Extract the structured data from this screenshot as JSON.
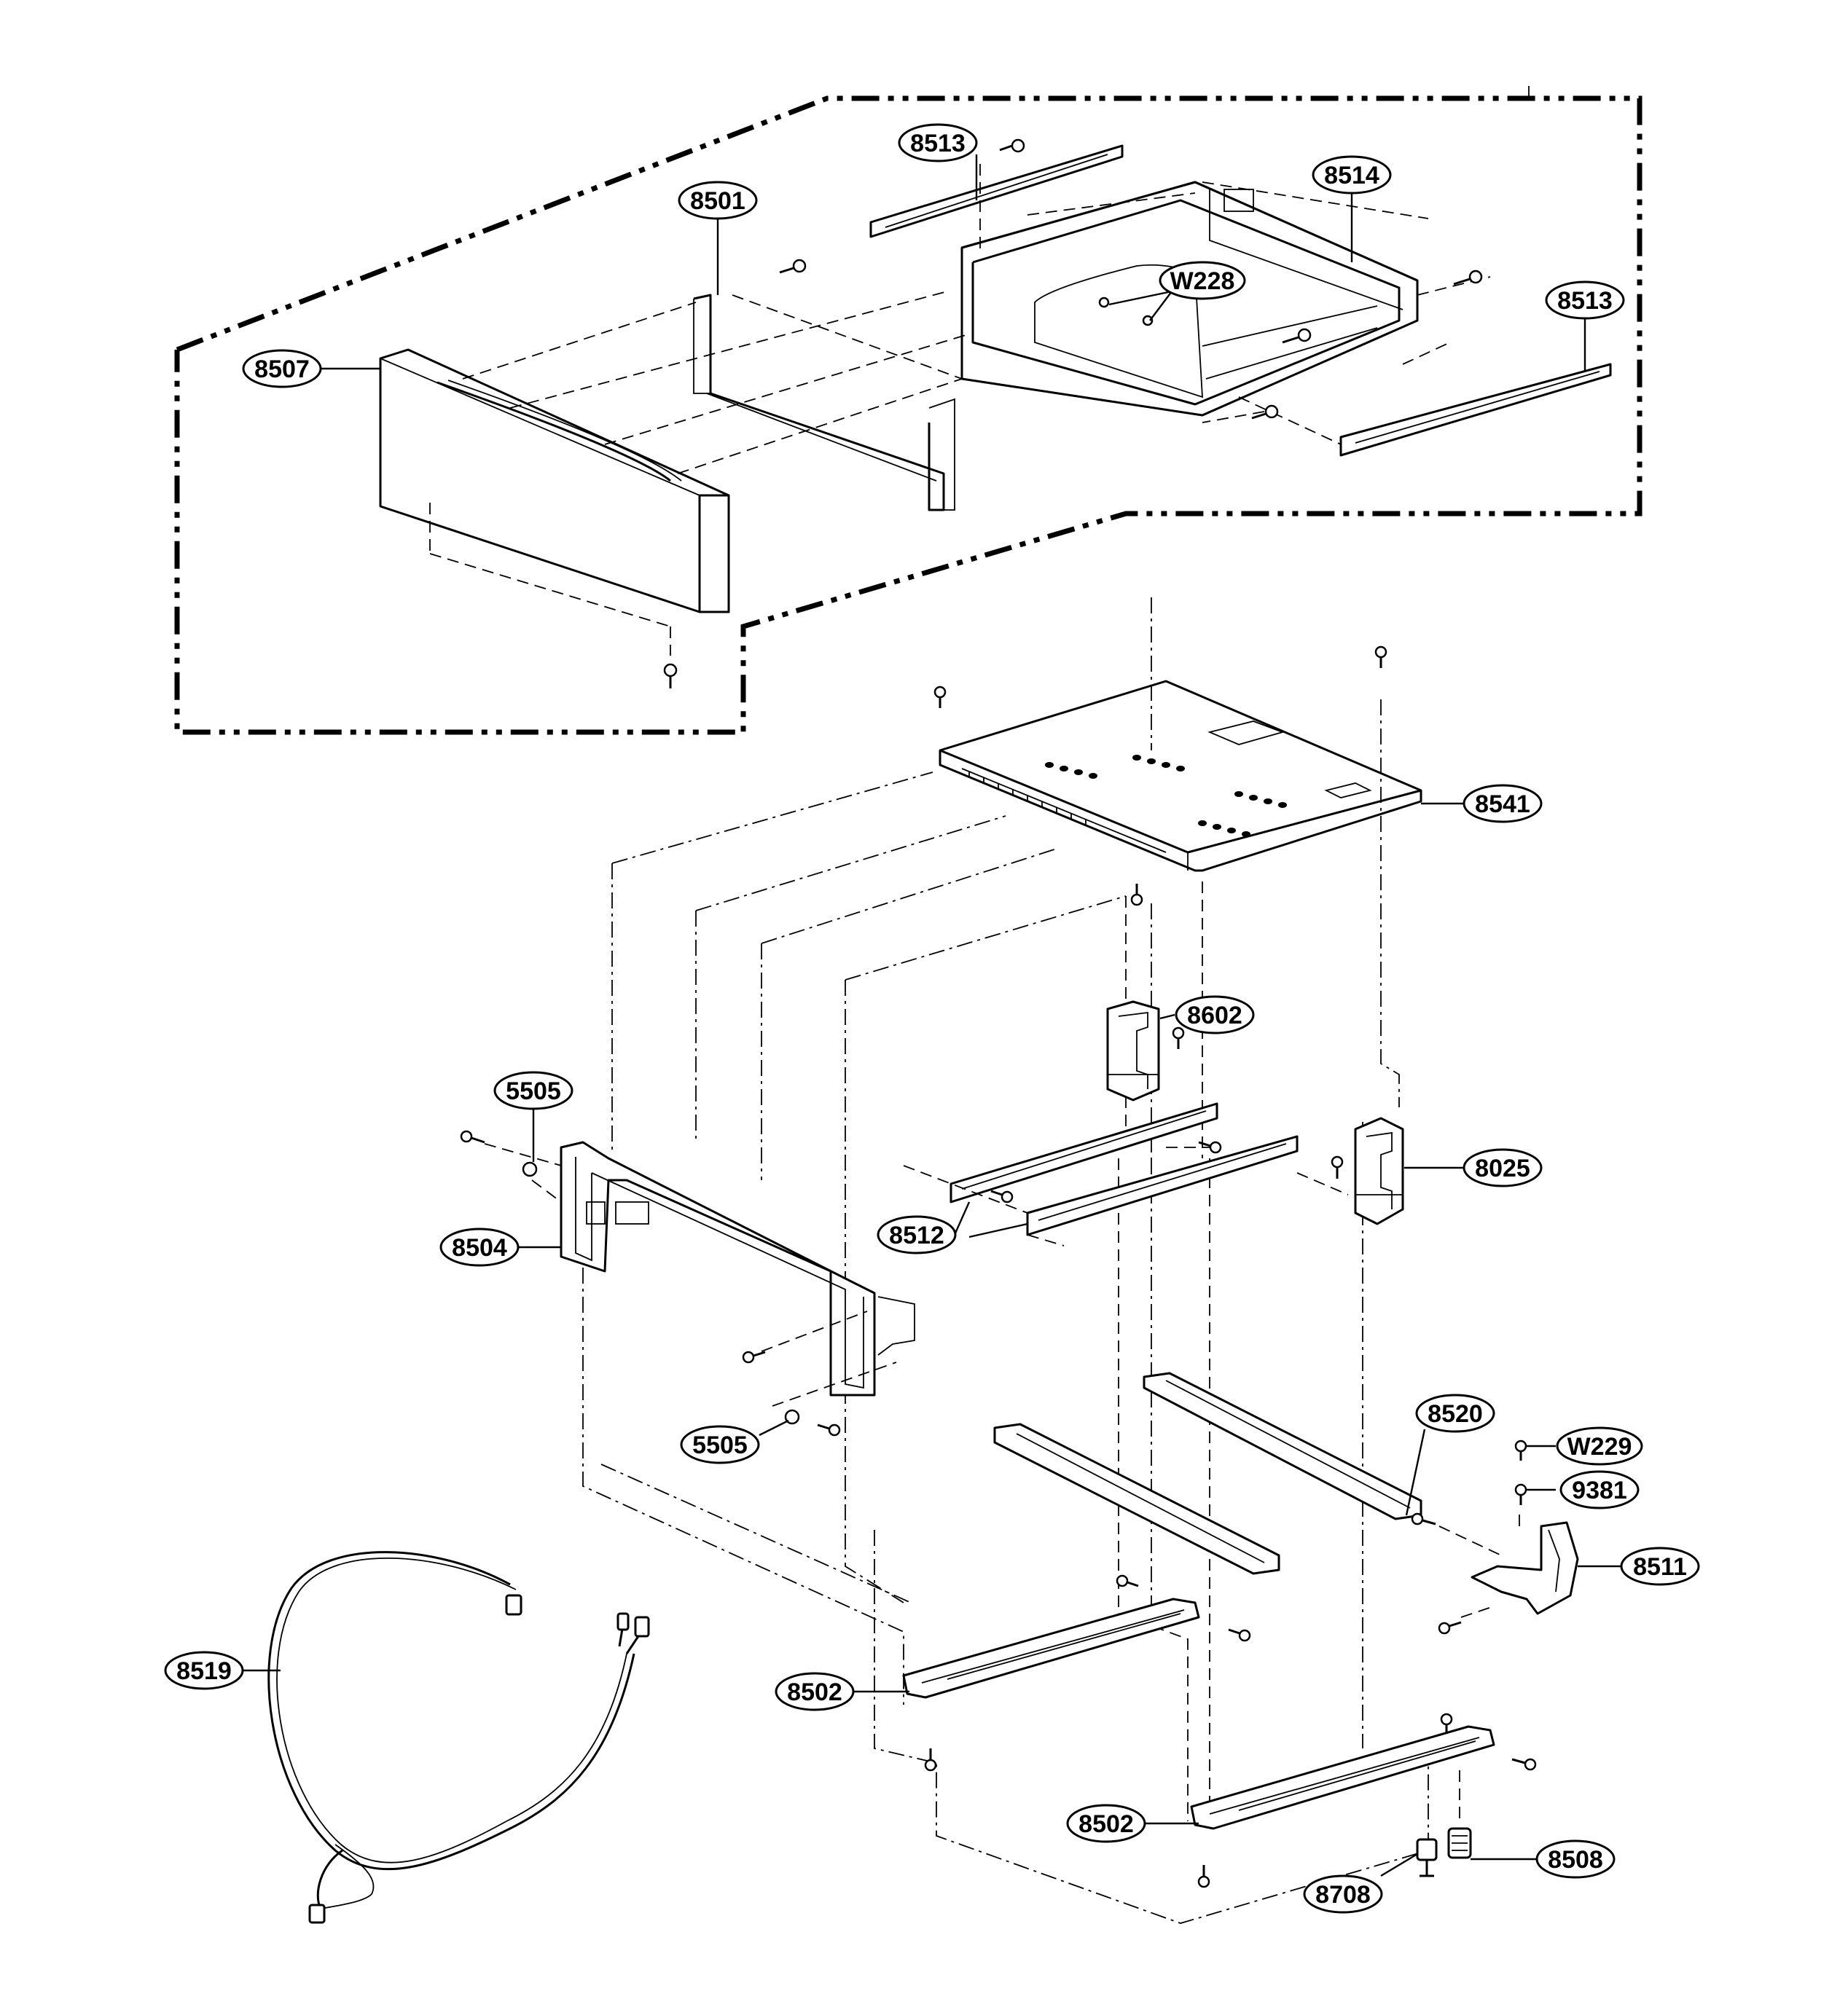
{
  "diagram": {
    "callouts": [
      {
        "id": "c8513a",
        "label": "8513"
      },
      {
        "id": "c8514",
        "label": "8514"
      },
      {
        "id": "c8501",
        "label": "8501"
      },
      {
        "id": "cW228",
        "label": "W228"
      },
      {
        "id": "c8513b",
        "label": "8513"
      },
      {
        "id": "c8507",
        "label": "8507"
      },
      {
        "id": "c8541",
        "label": "8541"
      },
      {
        "id": "c8602",
        "label": "8602"
      },
      {
        "id": "c5505a",
        "label": "5505"
      },
      {
        "id": "c8025",
        "label": "8025"
      },
      {
        "id": "c8504",
        "label": "8504"
      },
      {
        "id": "c8512",
        "label": "8512"
      },
      {
        "id": "c5505b",
        "label": "5505"
      },
      {
        "id": "c8520",
        "label": "8520"
      },
      {
        "id": "cW229",
        "label": "W229"
      },
      {
        "id": "c9381",
        "label": "9381"
      },
      {
        "id": "c8511",
        "label": "8511"
      },
      {
        "id": "c8519",
        "label": "8519"
      },
      {
        "id": "c8502a",
        "label": "8502"
      },
      {
        "id": "c8502b",
        "label": "8502"
      },
      {
        "id": "c8508",
        "label": "8508"
      },
      {
        "id": "c8708",
        "label": "8708"
      }
    ]
  }
}
